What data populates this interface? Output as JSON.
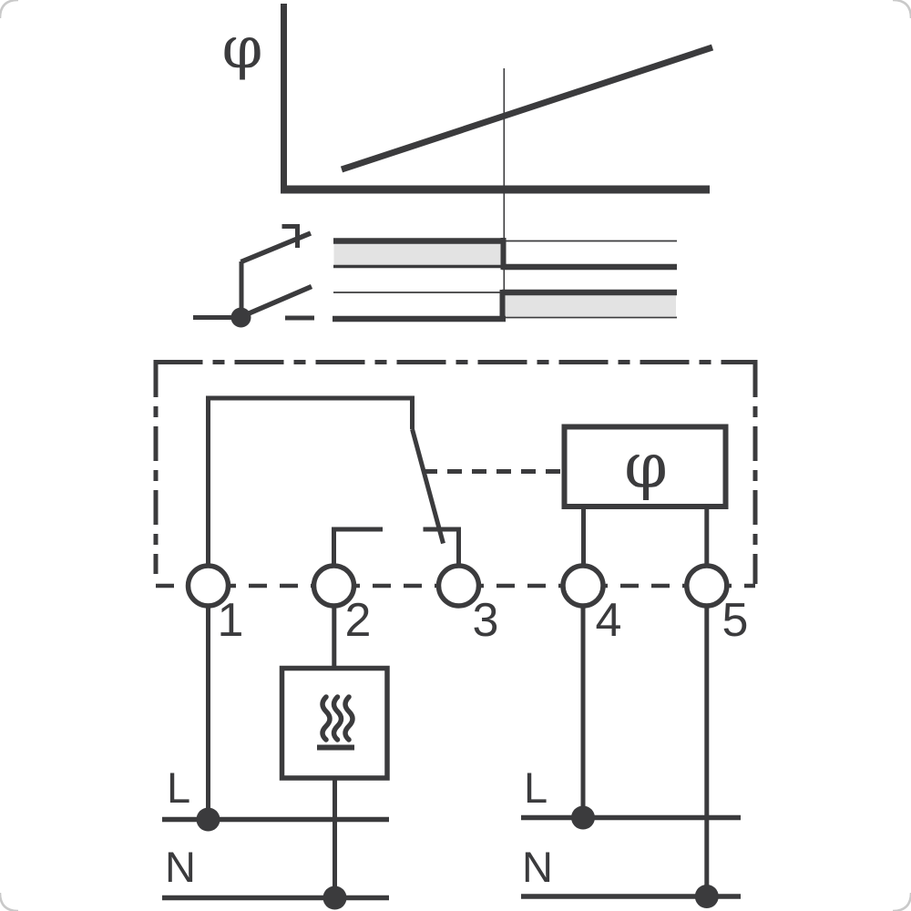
{
  "colors": {
    "line": "#3b3b3d",
    "gray_fill": "#e3e3e3",
    "background": "#ffffff",
    "corner": "#c9c9c9"
  },
  "graph": {
    "y_axis_label": "φ"
  },
  "sensor_box": {
    "label": "φ"
  },
  "terminals": {
    "labels": [
      "1",
      "2",
      "3",
      "4",
      "5"
    ]
  },
  "supply_left": {
    "line_label": "L",
    "neutral_label": "N"
  },
  "supply_right": {
    "line_label": "L",
    "neutral_label": "N"
  }
}
